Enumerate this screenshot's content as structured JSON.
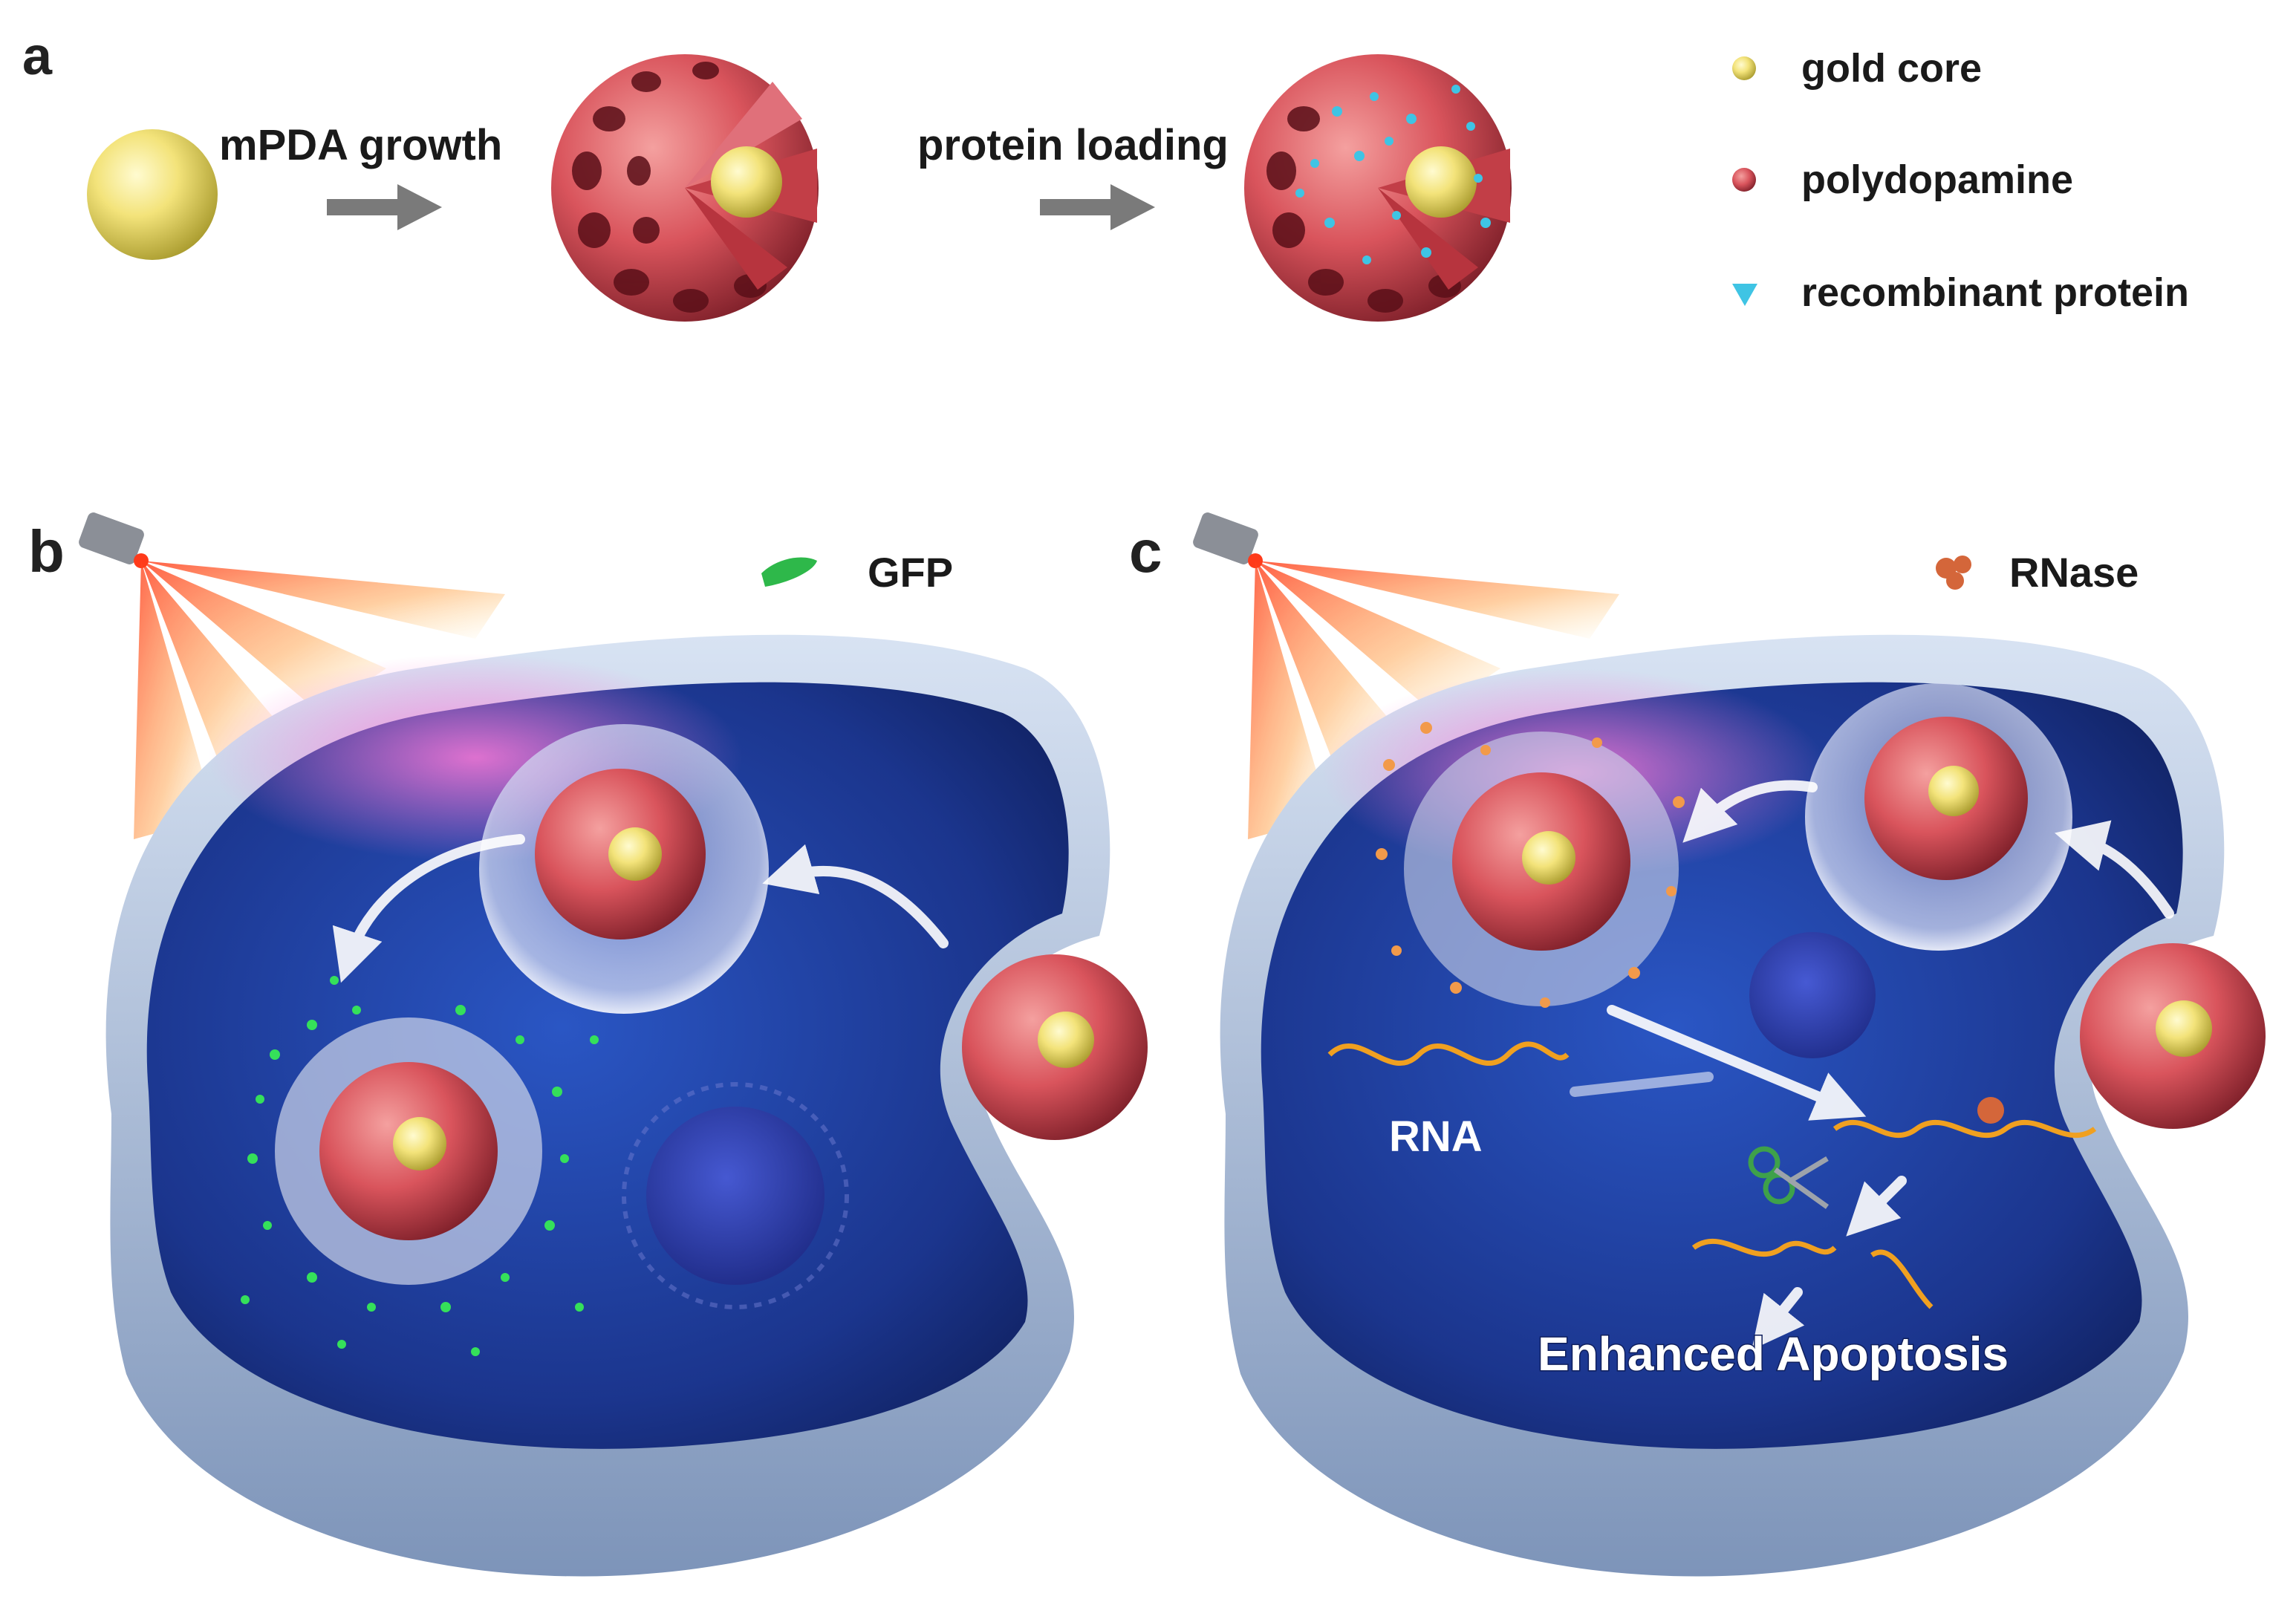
{
  "panel_labels": {
    "a": "a",
    "b": "b",
    "c": "c"
  },
  "panel_a": {
    "step1_label": "mPDA growth",
    "step2_label": "protein loading"
  },
  "legend": {
    "items": [
      {
        "label": "gold core",
        "icon": "gold-core-icon",
        "color": "#f2e57a"
      },
      {
        "label": "polydopamine",
        "icon": "polydopamine-icon",
        "color": "#d9545c"
      },
      {
        "label": "recombinant protein",
        "icon": "protein-icon",
        "color": "#3fc4e4"
      }
    ]
  },
  "panel_b": {
    "protein_label": "GFP",
    "protein_icon": "gfp-icon",
    "protein_color": "#2eb84a"
  },
  "panel_c": {
    "protein_label": "RNase",
    "protein_icon": "rnase-icon",
    "rna_label": "RNA",
    "outcome_label": "Enhanced Apoptosis"
  },
  "colors": {
    "gold": "#f1e06a",
    "pda": "#d9545c",
    "cytoplasm": "#1d3c9a",
    "membrane": "#a9bedb",
    "laser": "#ff6a2a",
    "gfp": "#35e05a"
  }
}
